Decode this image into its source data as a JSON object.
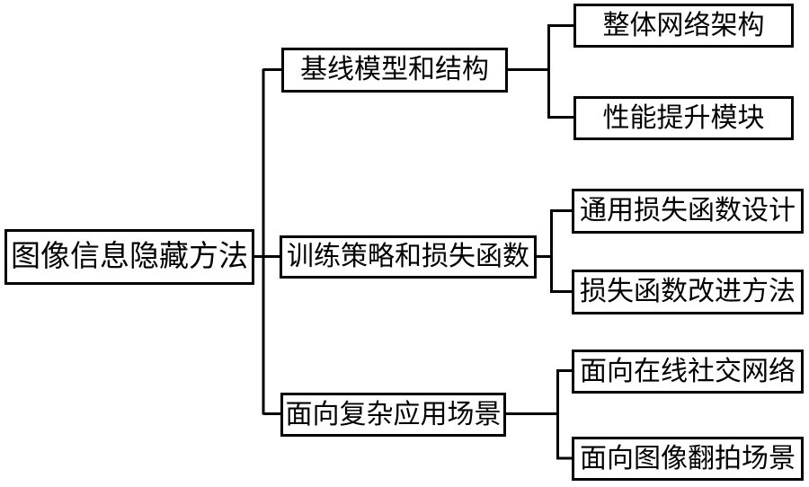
{
  "figure": {
    "type": "tree-diagram",
    "orientation": "left-to-right",
    "colors": {
      "background": "#ffffff",
      "line": "#000000",
      "box_border": "#000000",
      "text": "#000000"
    },
    "tree": {
      "root": {
        "label": "图像信息隐藏方法"
      },
      "branches": [
        {
          "label": "基线模型和结构",
          "children": [
            {
              "label": "整体网络架构"
            },
            {
              "label": "性能提升模块"
            }
          ]
        },
        {
          "label": "训练策略和损失函数",
          "children": [
            {
              "label": "通用损失函数设计"
            },
            {
              "label": "损失函数改进方法"
            }
          ]
        },
        {
          "label": "面向复杂应用场景",
          "children": [
            {
              "label": "面向在线社交网络"
            },
            {
              "label": "面向图像翻拍场景"
            }
          ]
        }
      ]
    }
  }
}
